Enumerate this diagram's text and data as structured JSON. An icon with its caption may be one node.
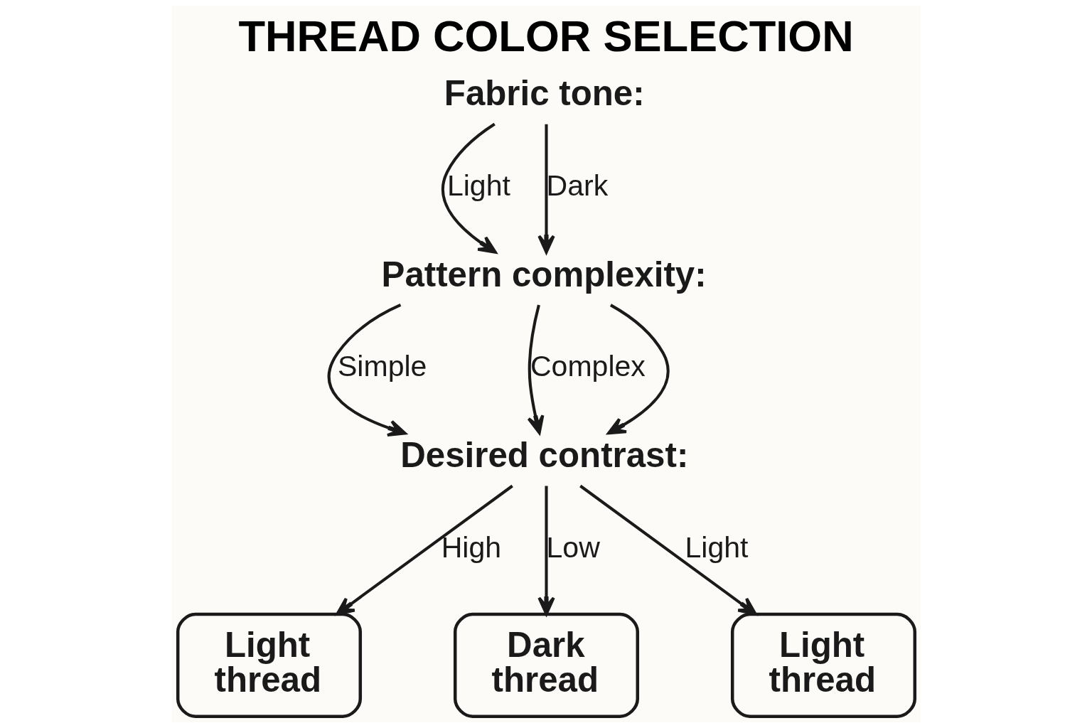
{
  "diagram": {
    "title": "THREAD COLOR SELECTION",
    "nodes": [
      {
        "text": [
          "Fabric tone:"
        ]
      },
      {
        "text": [
          "Pattern complexity:"
        ]
      },
      {
        "text": [
          "Desired contrast:"
        ]
      },
      {
        "text": [
          "Light thread"
        ]
      },
      {
        "text": [
          "Dark thread"
        ]
      },
      {
        "text": [
          "Light thread"
        ]
      }
    ],
    "edges": [
      {
        "from": 0,
        "to": 1,
        "arrow": "to",
        "label": "Light"
      },
      {
        "from": 0,
        "to": 1,
        "arrow": "to",
        "label": "Dark"
      },
      {
        "from": 1,
        "to": 2,
        "arrow": "to",
        "label": "Simple"
      },
      {
        "from": 1,
        "to": 2,
        "arrow": "to",
        "label": "Complex"
      },
      {
        "from": 1,
        "to": 2,
        "arrow": "to"
      },
      {
        "from": 2,
        "to": 3,
        "arrow": "to",
        "label": "High"
      },
      {
        "from": 2,
        "to": 4,
        "arrow": "to",
        "label": "Low"
      },
      {
        "from": 2,
        "to": 5,
        "arrow": "to",
        "label": "Light"
      }
    ]
  }
}
